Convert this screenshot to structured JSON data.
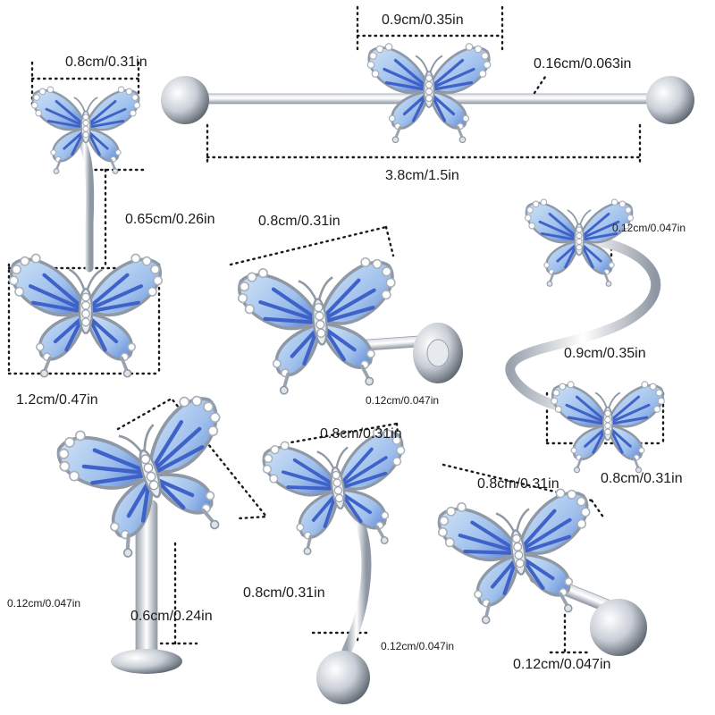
{
  "colors": {
    "wing_light": "#b7d3f0",
    "wing_mid": "#7ea9e6",
    "wing_dark": "#3f62c9",
    "metal_light": "#f3f5f8",
    "metal_dark": "#8d96a2",
    "dots": "#1a1a1a"
  },
  "items": {
    "industrial_barbell": {
      "butterfly_width": "0.9cm/0.35in",
      "gauge": "0.16cm/0.063in",
      "bar_length": "3.8cm/1.5in"
    },
    "belly_ring": {
      "top_width": "0.8cm/0.31in",
      "bar_length": "0.65cm/0.26in",
      "bottom_width": "1.2cm/0.47in"
    },
    "flat_back_stud": {
      "width": "0.8cm/0.31in",
      "gauge": "0.12cm/0.047in"
    },
    "spiral_twist": {
      "gauge": "0.12cm/0.047in",
      "spiral_length": "0.9cm/0.35in",
      "width": "0.8cm/0.31in"
    },
    "labret": {
      "gauge": "0.12cm/0.047in",
      "bar_length": "0.6cm/0.24in"
    },
    "curved_barbell": {
      "width": "0.8cm/0.31in",
      "bar_length": "0.8cm/0.31in",
      "gauge": "0.12cm/0.047in"
    },
    "threaded_stud": {
      "width": "0.8cm/0.31in",
      "gauge": "0.12cm/0.047in"
    }
  }
}
